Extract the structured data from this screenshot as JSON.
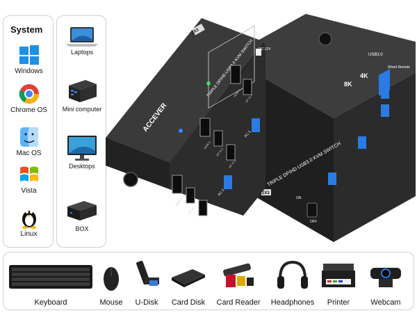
{
  "system": {
    "title": "System",
    "items": [
      {
        "label": "Windows",
        "icon": "windows-logo-icon"
      },
      {
        "label": "Chrome OS",
        "icon": "chrome-logo-icon"
      },
      {
        "label": "Mac OS",
        "icon": "mac-finder-icon"
      },
      {
        "label": "Vista",
        "icon": "vista-logo-icon"
      },
      {
        "label": "Linux",
        "icon": "linux-penguin-icon"
      }
    ]
  },
  "devices": {
    "items": [
      {
        "label": "Laptops",
        "icon": "laptop-icon"
      },
      {
        "label": "Mini computer",
        "icon": "mini-computer-icon"
      },
      {
        "label": "Desktops",
        "icon": "desktop-monitor-icon"
      },
      {
        "label": "BOX",
        "icon": "box-pc-icon"
      }
    ]
  },
  "accessories": {
    "items": [
      {
        "label": "Keyboard",
        "icon": "keyboard-icon"
      },
      {
        "label": "Mouse",
        "icon": "mouse-icon"
      },
      {
        "label": "U-Disk",
        "icon": "usb-disk-icon"
      },
      {
        "label": "Card Disk",
        "icon": "card-disk-icon"
      },
      {
        "label": "Card Reader",
        "icon": "card-reader-icon"
      },
      {
        "label": "Headphones",
        "icon": "headphones-icon"
      },
      {
        "label": "Printer",
        "icon": "printer-icon"
      },
      {
        "label": "Webcam",
        "icon": "webcam-icon"
      }
    ]
  },
  "product": {
    "front_title": "TRIPLE DP/HD USB3.0 KVM SWITCH",
    "front_brand": "ACCEVER",
    "badge_2x3": "2X3",
    "front_ports": [
      "HDMI 1",
      "DP IN 1",
      "HDMI 2",
      "DP IN 2",
      "DP IN 3",
      "HDMI 3",
      "DP IN 4"
    ],
    "back_title": "TRIPLE DP/HD USB3.0 KVM SWITCH",
    "back_badge": "2X3",
    "badge_8k": "8K",
    "badge_4k": "4K",
    "badge_usb": "USB3.0",
    "wired_remote": "Wired Remote",
    "power_label": "DC 12V",
    "on_label": "ON",
    "off_label": "OFF",
    "pc1": "PC 1",
    "pc2": "PC 2"
  },
  "colors": {
    "device_body": "#2b2b2b",
    "device_top": "#3a3a3a",
    "usb_blue": "#2a7be4",
    "panel_border": "#cfcfcf"
  }
}
